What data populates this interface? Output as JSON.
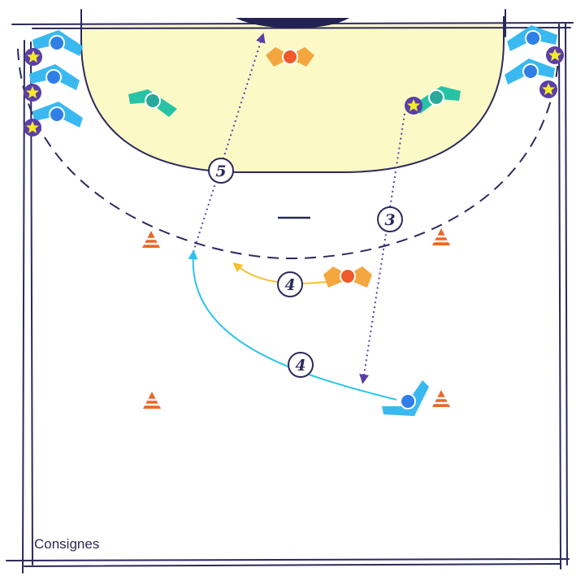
{
  "caption": "Consignes",
  "colors": {
    "line": "#2b2a5c",
    "zone_fill": "#fbf9c6",
    "goal": "#232252",
    "cone": "#e8692a",
    "attacker_blue": "#2f7fe6",
    "attacker_wing": "#39b9f0",
    "defender_orange": "#f4a640",
    "defender_ball": "#ef5a2b",
    "defender_teal": "#27c3a6",
    "defender_teal_ball": "#2aa89a",
    "star": "#f5ea2a",
    "pass_arrow": "#5a3fa8",
    "run_arrow": "#2cc3ef",
    "run_arrow_orange": "#f5c030"
  },
  "steps": {
    "s3": "3",
    "s4a": "4",
    "s4b": "4",
    "s5": "5"
  },
  "players": {
    "attackers_left": [
      "attacker-left-1",
      "attacker-left-2",
      "attacker-left-3"
    ],
    "attackers_right": [
      "attacker-right-1",
      "attacker-right-2"
    ],
    "attacker_main": "attacker-main",
    "defenders": [
      "defender-top-orange",
      "defender-left-teal",
      "defender-right-teal",
      "defender-center-orange"
    ]
  },
  "cones": [
    "cone-upper-left",
    "cone-upper-right",
    "cone-lower-left",
    "cone-lower-right"
  ]
}
